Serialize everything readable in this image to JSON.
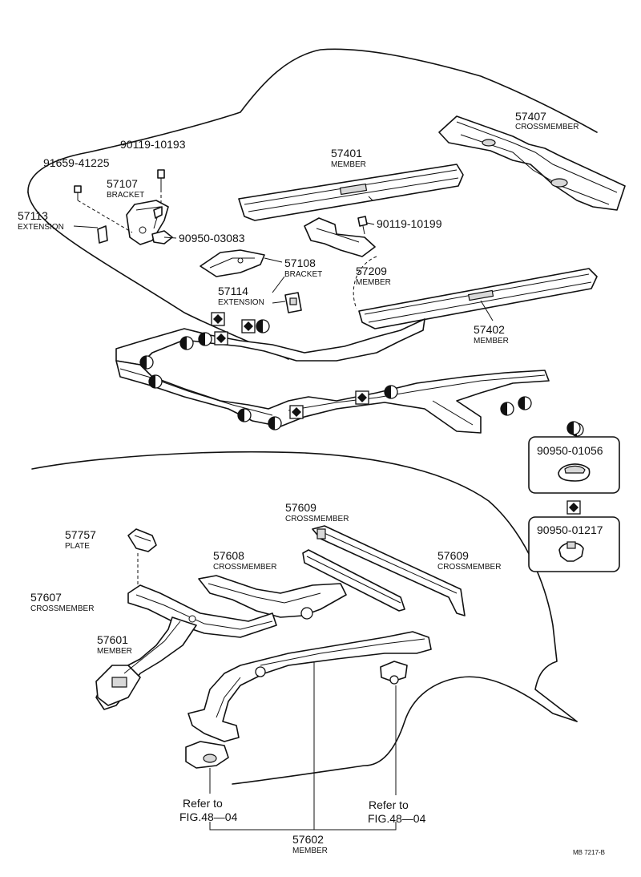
{
  "callouts": {
    "c57407": {
      "number": "57407",
      "name": "CROSSMEMBER"
    },
    "c57401": {
      "number": "57401",
      "name": "MEMBER"
    },
    "c90119a": {
      "number": "90119-10193"
    },
    "c91659": {
      "number": "91659-41225"
    },
    "c57107": {
      "number": "57107",
      "name": "BRACKET"
    },
    "c57113": {
      "number": "57113",
      "name": "EXTENSION"
    },
    "c90950a": {
      "number": "90950-03083"
    },
    "c90119b": {
      "number": "90119-10199"
    },
    "c57108": {
      "number": "57108",
      "name": "BRACKET"
    },
    "c57209": {
      "number": "57209",
      "name": "MEMBER"
    },
    "c57114": {
      "number": "57114",
      "name": "EXTENSION"
    },
    "c57402": {
      "number": "57402",
      "name": "MEMBER"
    },
    "c90950b": {
      "number": "90950-01056"
    },
    "c90950c": {
      "number": "90950-01217"
    },
    "c57609a": {
      "number": "57609",
      "name": "CROSSMEMBER"
    },
    "c57757": {
      "number": "57757",
      "name": "PLATE"
    },
    "c57608": {
      "number": "57608",
      "name": "CROSSMEMBER"
    },
    "c57609b": {
      "number": "57609",
      "name": "CROSSMEMBER"
    },
    "c57607": {
      "number": "57607",
      "name": "CROSSMEMBER"
    },
    "c57601": {
      "number": "57601",
      "name": "MEMBER"
    },
    "c57602": {
      "number": "57602",
      "name": "MEMBER"
    }
  },
  "refs": {
    "left": {
      "line1": "Refer to",
      "line2": "FIG.48—04"
    },
    "right": {
      "line1": "Refer to",
      "line2": "FIG.48—04"
    }
  },
  "footer": {
    "code": "MB 7217-B"
  }
}
